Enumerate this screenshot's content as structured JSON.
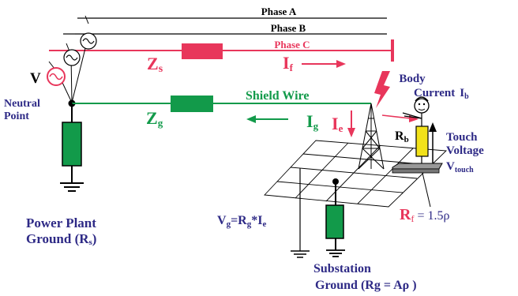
{
  "phases": {
    "a": "Phase A",
    "b": "Phase B",
    "c": "Phase C"
  },
  "source": {
    "v": "V",
    "neutral_line1": "Neutral",
    "neutral_line2": "Point"
  },
  "zs": {
    "main": "Z",
    "sub": "s"
  },
  "zg": {
    "main": "Z",
    "sub": "g"
  },
  "if": {
    "main": "I",
    "sub": "f"
  },
  "ig": {
    "main": "I",
    "sub": "g"
  },
  "ie": {
    "main": "I",
    "sub": "e"
  },
  "shield_wire": "Shield Wire",
  "body_current": {
    "line1": "Body",
    "line2": "Current",
    "i": "I",
    "sub": "b"
  },
  "rb": {
    "main": "R",
    "sub": "b"
  },
  "touch_voltage": {
    "line1": "Touch",
    "line2": "Voltage",
    "v": "V",
    "sub": "touch"
  },
  "rf": {
    "main": "R",
    "sub": "f",
    "rest": " = 1.5ρ"
  },
  "vg": {
    "v": "V",
    "sub1": "g",
    "eq": "=R",
    "sub2": "g",
    "rest": "*I",
    "sub3": "e"
  },
  "power_plant": {
    "line1": "Power Plant",
    "line2": "Ground (R",
    "sub": "s",
    "close": ")"
  },
  "substation": {
    "line1": "Substation",
    "line2": "Ground (Rg = Aρ )"
  },
  "colors": {
    "red": "#e8365b",
    "green": "#129a4a",
    "navy": "#2e2a86",
    "yellow": "#f2e21a"
  }
}
